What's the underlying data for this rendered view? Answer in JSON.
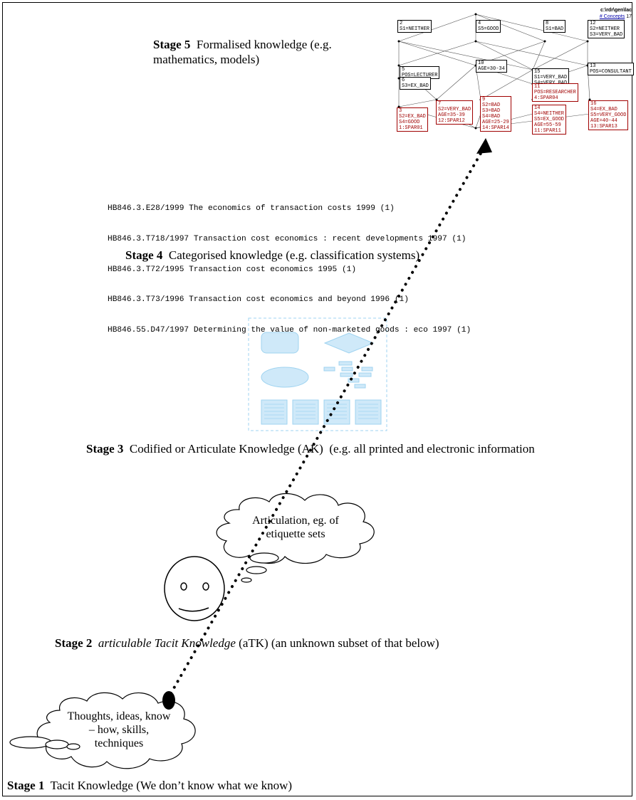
{
  "stages": {
    "s5": {
      "label": "Stage 5",
      "text": "Formalised knowledge (e.g. mathematics, models)"
    },
    "s4": {
      "label": "Stage 4",
      "text": "Categorised knowledge (e.g. classification systems)"
    },
    "s3": {
      "label": "Stage 3",
      "text": "Codified or Articulate Knowledge (AK)  (e.g. all printed and electronic information"
    },
    "s2": {
      "label": "Stage 2",
      "italic": "articulable Tacit Knowledge",
      "text": "(aTK) (an unknown subset of that below)"
    },
    "s1": {
      "label": "Stage 1",
      "text": "Tacit Knowledge (We don’t know what we know)"
    }
  },
  "catalogue": [
    "HB846.3.E28/1999 The economics of transaction costs 1999 (1)",
    "HB846.3.T718/1997 Transaction cost economics : recent developments 1997 (1)",
    "HB846.3.T72/1995 Transaction cost economics 1995 (1)",
    "HB846.3.T73/1996 Transaction cost economics and beyond 1996 (1)",
    "HB846.55.D47/1997 Determining the value of non-marketed goods : eco 1997 (1)"
  ],
  "clouds": {
    "articulation": "Articulation, eg. of etiquette sets",
    "thoughts": "Thoughts, ideas, know – how, skills, techniques"
  },
  "lattice": {
    "header_path": "c:\\rdr\\gen\\lac",
    "header_concepts": "# Concepts",
    "header_count": "17",
    "nodes": [
      {
        "id": "n2",
        "lines": [
          "2",
          "S1=NEITHER"
        ],
        "red": false
      },
      {
        "id": "n4",
        "lines": [
          "4",
          "S5=GOOD"
        ],
        "red": false
      },
      {
        "id": "n8",
        "lines": [
          "8",
          "S1=BAD"
        ],
        "red": false
      },
      {
        "id": "n12",
        "lines": [
          "12",
          "S2=NEITHER",
          "S3=VERY_BAD"
        ],
        "red": false
      },
      {
        "id": "n5",
        "lines": [
          "5",
          "POS=LECTURER"
        ],
        "red": false
      },
      {
        "id": "n10",
        "lines": [
          "10",
          "AGE=30-34"
        ],
        "red": false
      },
      {
        "id": "n15",
        "lines": [
          "15",
          "S1=VERY_BAD",
          "S4=VERY_BAD"
        ],
        "red": false
      },
      {
        "id": "n13",
        "lines": [
          "13",
          "POS=CONSULTANT"
        ],
        "red": false
      },
      {
        "id": "n6",
        "lines": [
          "6",
          "S3=EX_BAD"
        ],
        "red": false
      },
      {
        "id": "n11",
        "lines": [
          "11",
          "POS=RESEARCHER",
          "4:SPAR04"
        ],
        "red": true
      },
      {
        "id": "n7",
        "lines": [
          "7",
          "S2=VERY_BAD",
          "AGE=35-39",
          "12:SPAR12"
        ],
        "red": true
      },
      {
        "id": "n9",
        "lines": [
          "9",
          "S2=BAD",
          "S3=BAD",
          "S4=BAD",
          "AGE=25-29",
          "14:SPAR14"
        ],
        "red": true
      },
      {
        "id": "n14",
        "lines": [
          "14",
          "S4=NEITHER",
          "S5=EX_GOOD",
          "AGE=55-59",
          "11:SPAR11"
        ],
        "red": true
      },
      {
        "id": "n16",
        "lines": [
          "16",
          "S4=EX_BAD",
          "S5=VERY_GOOD",
          "AGE=40-44",
          "13:SPAR13"
        ],
        "red": true
      },
      {
        "id": "n3",
        "lines": [
          "3",
          "S2=EX_BAD",
          "S4=GOOD",
          "1:SPAR01"
        ],
        "red": true
      }
    ]
  },
  "colors": {
    "ink": "#000000",
    "codified_blue": "#bfe3f7",
    "codified_line": "#9fd3f0",
    "lattice_red": "#a00000"
  }
}
